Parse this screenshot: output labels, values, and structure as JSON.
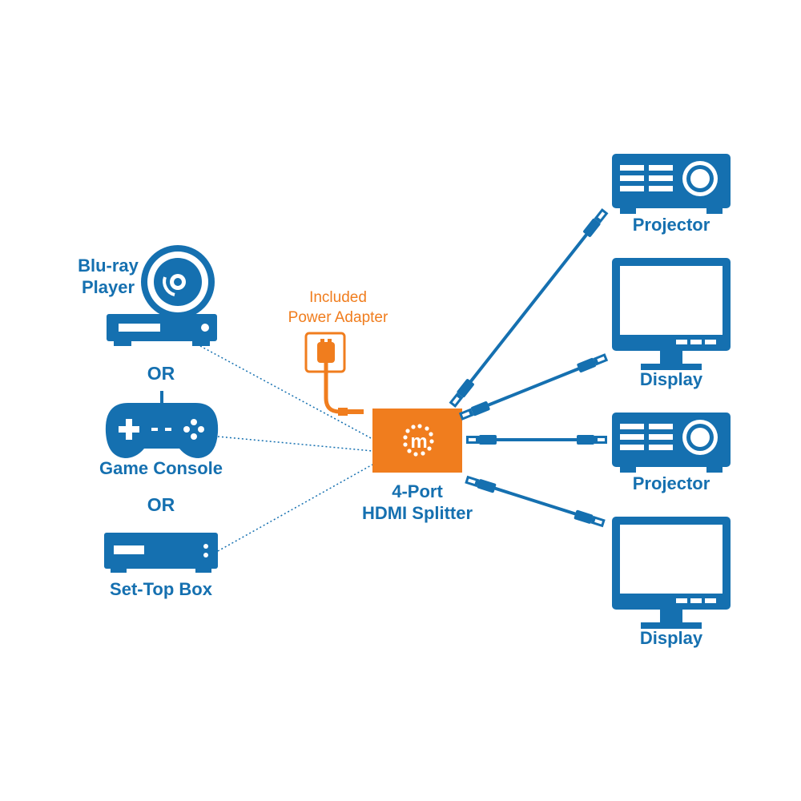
{
  "colors": {
    "blue": "#1570b0",
    "orange": "#f07d1e",
    "white": "#ffffff"
  },
  "sources": {
    "bluray": {
      "label_line1": "Blu-ray",
      "label_line2": "Player"
    },
    "or_1": "OR",
    "console": {
      "label": "Game Console"
    },
    "or_2": "OR",
    "settop": {
      "label": "Set-Top Box"
    }
  },
  "power": {
    "label_line1": "Included",
    "label_line2": "Power Adapter"
  },
  "splitter": {
    "label_line1": "4-Port",
    "label_line2": "HDMI Splitter",
    "logo_letter": "m"
  },
  "outputs": [
    {
      "label": "Projector",
      "icon": "projector-icon"
    },
    {
      "label": "Display",
      "icon": "display-icon"
    },
    {
      "label": "Projector",
      "icon": "projector-icon"
    },
    {
      "label": "Display",
      "icon": "display-icon"
    }
  ]
}
